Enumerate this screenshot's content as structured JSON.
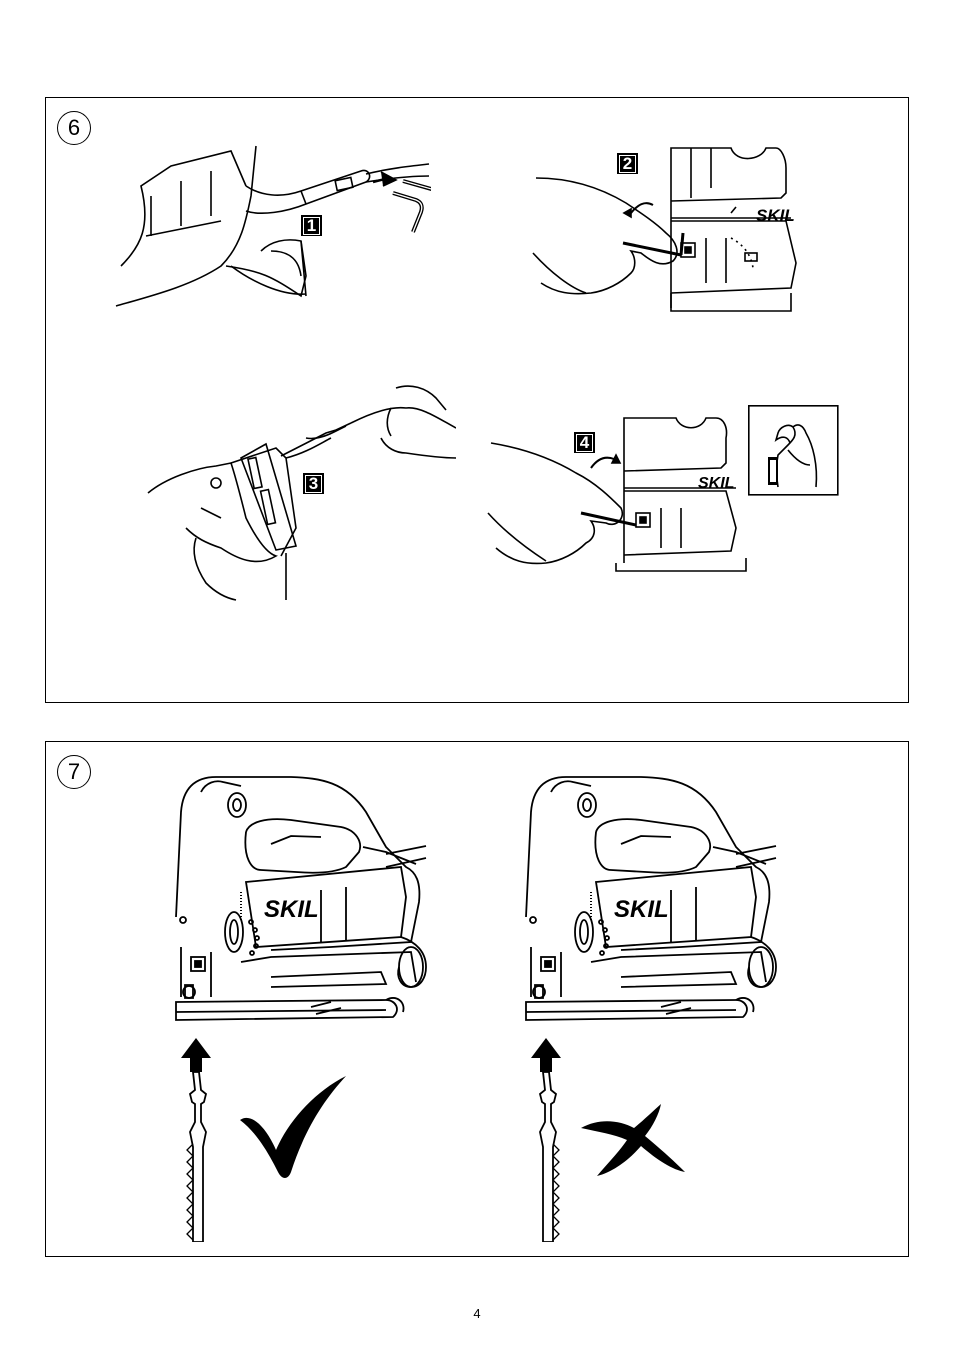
{
  "panel6": {
    "number": "6",
    "steps": [
      "1",
      "2",
      "3",
      "4"
    ]
  },
  "panel7": {
    "number": "7"
  },
  "page_number": "4"
}
